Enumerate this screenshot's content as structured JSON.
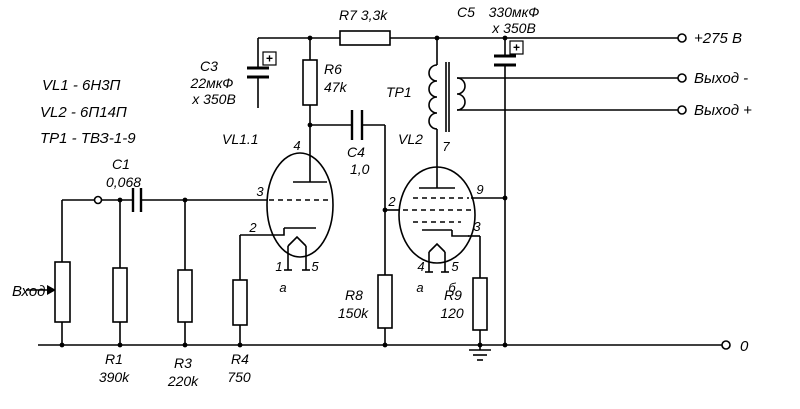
{
  "page": {
    "bg": "#ffffff",
    "ink": "#000000"
  },
  "legend": {
    "vl1": "VL1 - 6Н3П",
    "vl2": "VL2 - 6П14П",
    "tr1": "ТР1 - ТВЗ-1-9"
  },
  "power": {
    "input": "Вход",
    "plus275": "+275 В",
    "out_minus": "Выход -",
    "out_plus": "Выход +",
    "zero": "0"
  },
  "components": {
    "c1": {
      "name": "C1",
      "value": "0,068"
    },
    "c3": {
      "name": "C3",
      "value": "22мкФ",
      "voltage": "х 350В",
      "plus": "+"
    },
    "c4": {
      "name": "C4",
      "value": "1,0"
    },
    "c5": {
      "name": "C5",
      "value": "330мкФ",
      "voltage": "х 350В",
      "plus": "+"
    },
    "r1": {
      "name": "R1",
      "value": "390k"
    },
    "r3": {
      "name": "R3",
      "value": "220k"
    },
    "r4": {
      "name": "R4",
      "value": "750"
    },
    "r6": {
      "name": "R6",
      "value": "47k"
    },
    "r7": {
      "name": "R7 3,3k"
    },
    "r8": {
      "name": "R8",
      "value": "150k"
    },
    "r9": {
      "name": "R9",
      "value": "120"
    },
    "vl11": {
      "name": "VL1.1"
    },
    "vl2": {
      "name": "VL2"
    },
    "tr1": {
      "name": "ТР1"
    }
  },
  "pins": {
    "vl11": {
      "anode": "4",
      "grid": "3",
      "cathode": "2",
      "h1": "1",
      "h2": "5",
      "ha": "а"
    },
    "vl2": {
      "anode": "7",
      "grid": "2",
      "screen": "9",
      "cathode": "3",
      "h1": "4",
      "h2": "5",
      "ha": "а",
      "hb": "б"
    }
  }
}
